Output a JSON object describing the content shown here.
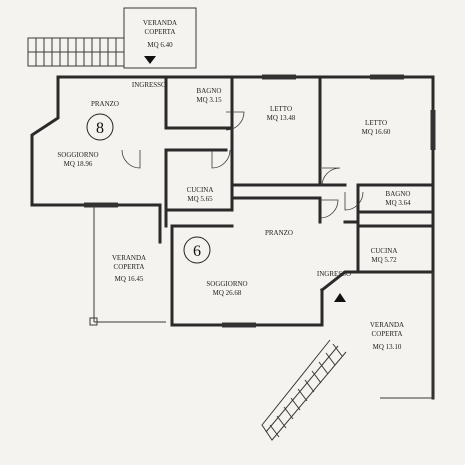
{
  "floorplan": {
    "veranda_top": {
      "name_line1": "VERANDA",
      "name_line2": "COPERTA",
      "area": "MQ 6.40"
    },
    "ingresso_top": "INGRESSO",
    "pranzo_left": "PRANZO",
    "unit_8": "8",
    "soggiorno_left": {
      "name": "SOGGIORNO",
      "area": "MQ 18.96"
    },
    "bagno_top": {
      "name": "BAGNO",
      "area": "MQ 3.15"
    },
    "letto_a": {
      "name": "LETTO",
      "area": "MQ 13.48"
    },
    "letto_b": {
      "name": "LETTO",
      "area": "MQ 16.60"
    },
    "cucina_left": {
      "name": "CUCINA",
      "area": "MQ 5.65"
    },
    "bagno_right": {
      "name": "BAGNO",
      "area": "MQ 3.64"
    },
    "veranda_left": {
      "name_line1": "VERANDA",
      "name_line2": "COPERTA",
      "area": "MQ 16.45"
    },
    "unit_6": "6",
    "pranzo_center": "PRANZO",
    "soggiorno_center": {
      "name": "SOGGIORNO",
      "area": "MQ 26.68"
    },
    "cucina_right": {
      "name": "CUCINA",
      "area": "MQ 5.72"
    },
    "ingresso_right": "INGRESSO",
    "veranda_right": {
      "name_line1": "VERANDA",
      "name_line2": "COPERTA",
      "area": "MQ 13.10"
    }
  }
}
